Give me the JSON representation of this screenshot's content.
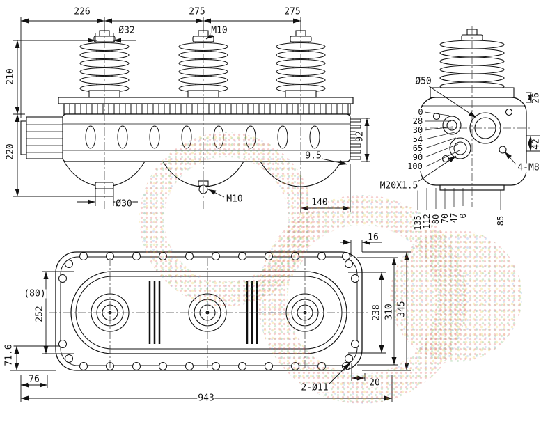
{
  "side_view": {
    "dim_226": "226",
    "dim_275_a": "275",
    "dim_275_b": "275",
    "dia_32": "Ø32",
    "thread_m10_top": "M10",
    "dim_210": "210",
    "dim_220": "220",
    "dia_30": "Ø30",
    "thread_m10_bottom": "M10",
    "dim_140": "140",
    "dim_9_5": "9.5",
    "dim_92": "92"
  },
  "end_view": {
    "dia_50": "Ø50",
    "dim_26": "26",
    "dim_42": "42",
    "thread_4_m8": "4-M8",
    "thread_m20": "M20X1.5",
    "left_scale": [
      "0",
      "28",
      "30",
      "54",
      "65",
      "90",
      "100"
    ],
    "bottom_scale": [
      "135",
      "112",
      "80",
      "70",
      "47",
      "0"
    ],
    "dim_85": "85"
  },
  "plan_view": {
    "dim_16": "16",
    "dim_252": "252",
    "dim_80_ref": "(80)",
    "dim_71_6": "71.6",
    "dim_76": "76",
    "dim_943": "943",
    "holes_2_dia11": "2-Ø11",
    "dim_20": "20",
    "dim_238": "238",
    "dim_310": "310",
    "dim_345": "345"
  }
}
